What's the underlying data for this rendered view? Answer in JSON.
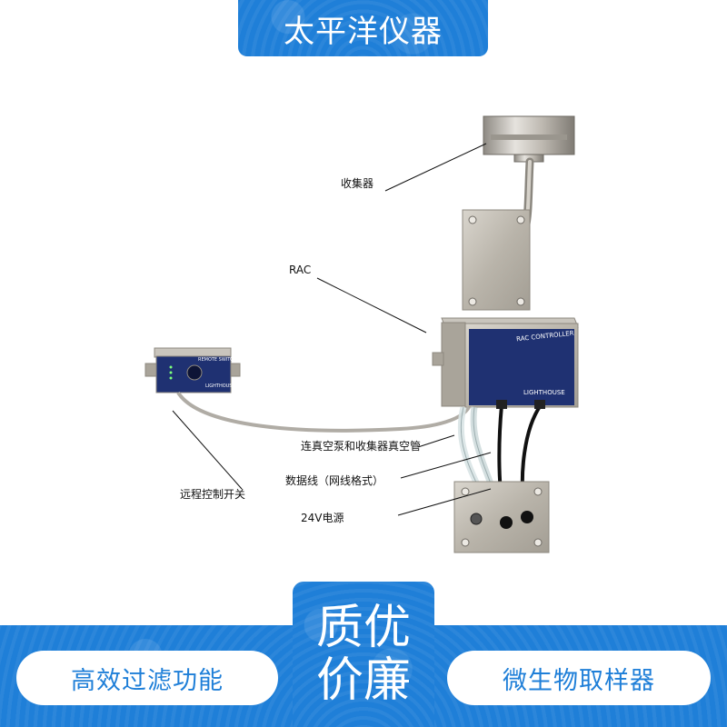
{
  "header": {
    "title": "太平洋仪器"
  },
  "labels": {
    "collector": "收集器",
    "rac": "RAC",
    "remote_switch": "远程控制开关",
    "vacuum_tube": "连真空泵和收集器真空管",
    "data_line": "数据线（网线格式）",
    "power": "24V电源"
  },
  "device_text": {
    "rac_controller": "RAC CONTROLLER",
    "remote_switch": "REMOTE SWITCH",
    "brand": "LIGHTHOUSE"
  },
  "footer": {
    "left": "高效过滤功能",
    "center_line1": "质优",
    "center_line2": "价廉",
    "right": "微生物取样器"
  },
  "colors": {
    "brand_blue": "#1f7fd8",
    "panel_navy": "#1b2a64"
  }
}
